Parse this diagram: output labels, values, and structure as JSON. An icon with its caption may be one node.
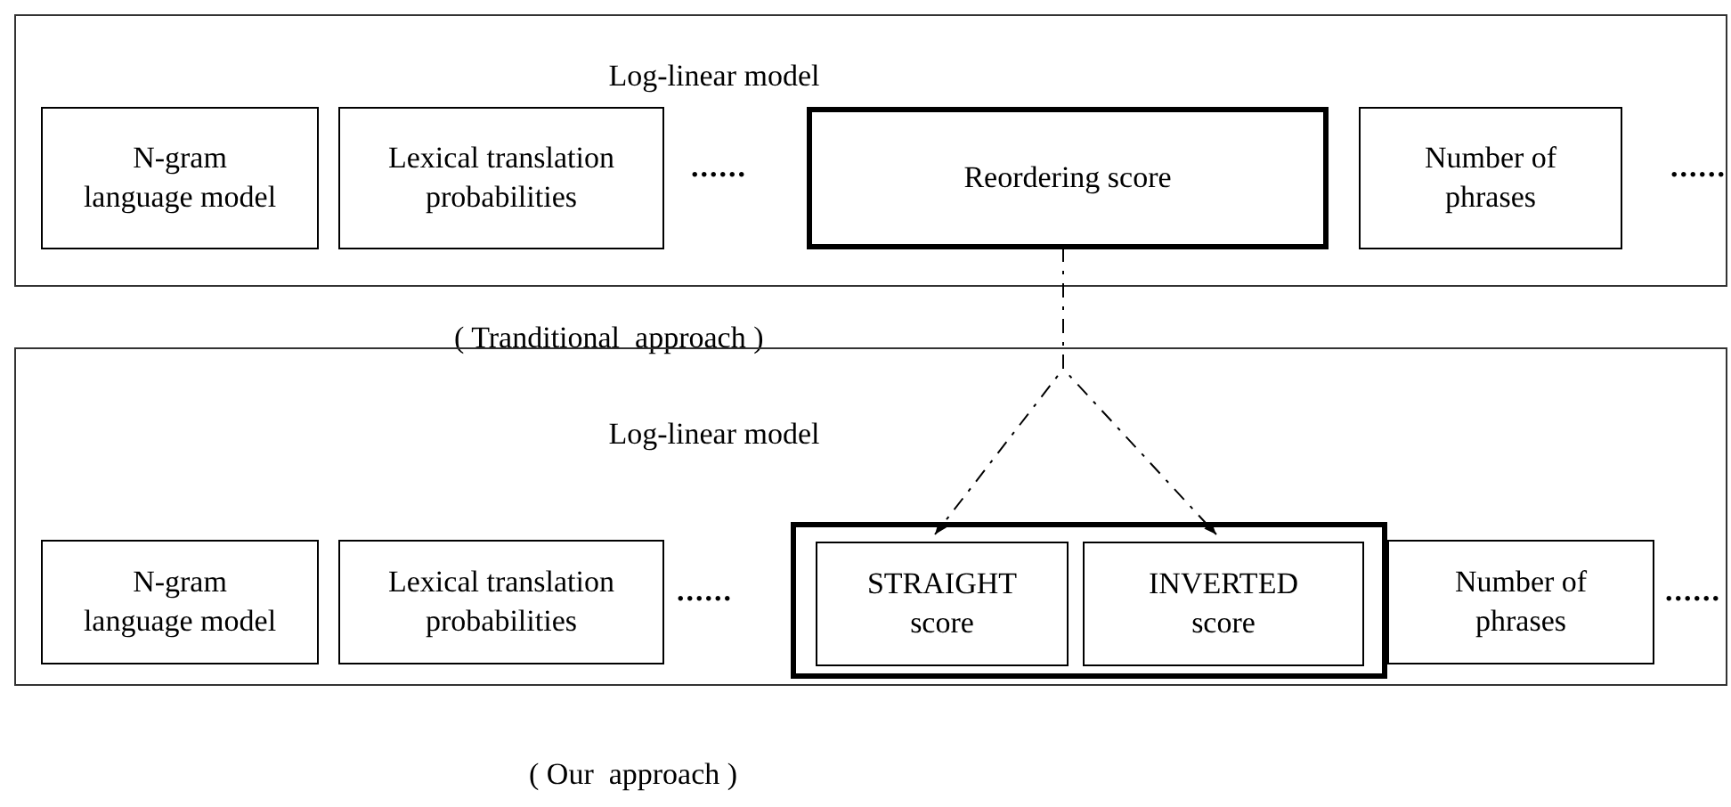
{
  "diagram": {
    "nodes": [
      {
        "text": [
          "Log-linear model"
        ],
        "beside": [
          "( Tranditional  approach )"
        ]
      },
      {
        "text": [
          "N-gram language model"
        ],
        "in": 0
      },
      {
        "text": [
          "Lexical translation probabilities"
        ],
        "in": 0
      },
      {
        "text": [
          "Reordering score"
        ],
        "in": 0
      },
      {
        "text": [
          "Number of phrases"
        ],
        "in": 0
      },
      {
        "text": [
          "Log-linear model"
        ],
        "beside": [
          "( Our  approach )"
        ]
      },
      {
        "text": [
          "N-gram language model"
        ],
        "in": 5
      },
      {
        "text": [
          "Lexical translation probabilities"
        ],
        "in": 5
      },
      {
        "text": [],
        "shape": "box",
        "in": 5
      },
      {
        "text": [
          "STRAIGHT score"
        ],
        "in": 8
      },
      {
        "text": [
          "INVERTED score"
        ],
        "in": 8
      },
      {
        "text": [
          "Number of phrases"
        ],
        "in": 5
      }
    ],
    "edges": [
      {
        "from": 3,
        "to": 9,
        "arrow": "to",
        "style": "dashed"
      },
      {
        "from": 3,
        "to": 10,
        "arrow": "to",
        "style": "dashed"
      }
    ],
    "labels": [
      "......",
      "......",
      "......",
      "......"
    ]
  }
}
